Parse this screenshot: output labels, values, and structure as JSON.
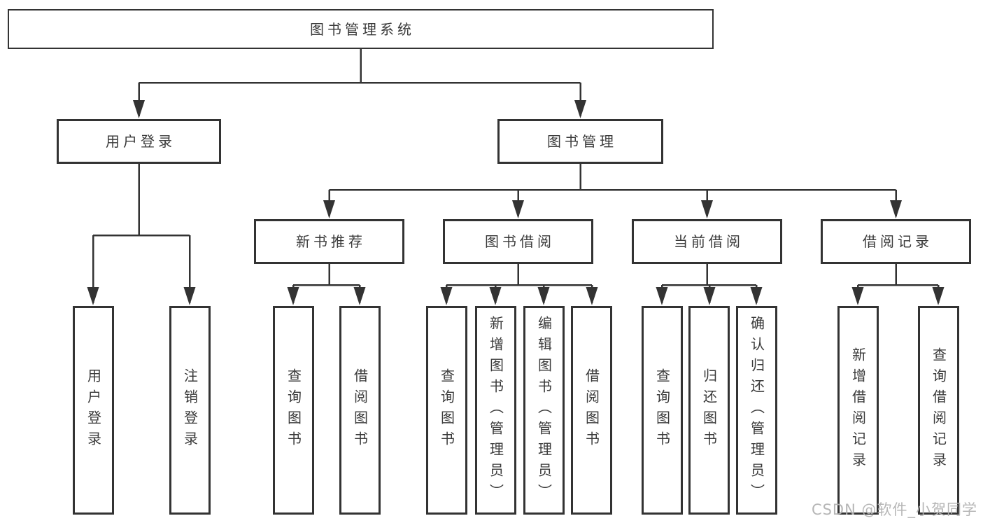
{
  "diagram": {
    "title": "图书管理系统",
    "level2": [
      {
        "label": "用户登录"
      },
      {
        "label": "图书管理"
      }
    ],
    "level3": [
      {
        "label": "新书推荐"
      },
      {
        "label": "图书借阅"
      },
      {
        "label": "当前借阅"
      },
      {
        "label": "借阅记录"
      }
    ],
    "leaves": {
      "user_login": [
        {
          "label": "用户登录"
        },
        {
          "label": "注销登录"
        }
      ],
      "new_books": [
        {
          "label": "查询图书"
        },
        {
          "label": "借阅图书"
        }
      ],
      "borrowing": [
        {
          "label": "查询图书"
        },
        {
          "label": "新增图书（管理员）"
        },
        {
          "label": "编辑图书（管理员）"
        },
        {
          "label": "借阅图书"
        }
      ],
      "current": [
        {
          "label": "查询图书"
        },
        {
          "label": "归还图书"
        },
        {
          "label": "确认归还（管理员）"
        }
      ],
      "records": [
        {
          "label": "新增借阅记录"
        },
        {
          "label": "查询借阅记录"
        }
      ]
    }
  },
  "watermark": {
    "text": "CSDN @软件_小贺同学"
  },
  "colors": {
    "line": "#333333",
    "box_border": "#333333",
    "box_bg": "#ffffff",
    "label_text": "#3a3a3a",
    "watermark_text": "#b2b2b2"
  }
}
